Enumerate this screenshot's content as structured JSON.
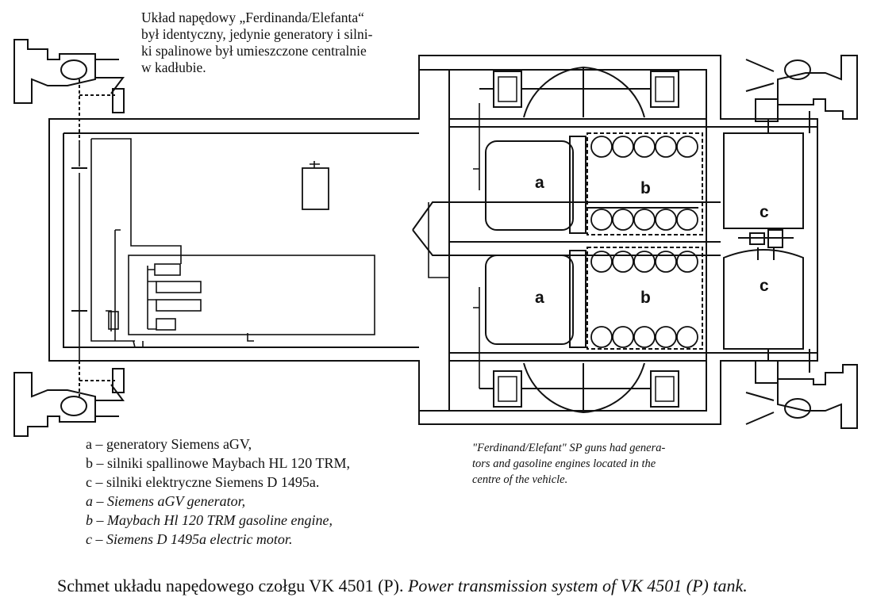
{
  "note_pl": [
    "Układ napędowy „Ferdinanda/Elefanta“",
    "był identyczny, jedynie generatory i silni-",
    "ki spalinowe był umieszczone centralnie",
    "w kadłubie."
  ],
  "note_en": [
    "\"Ferdinand/Elefant\" SP guns had genera-",
    "tors and gasoline engines located in the",
    "centre of the vehicle."
  ],
  "legend": {
    "pl": [
      "a – generatory Siemens aGV,",
      "b – silniki spallinowe Maybach HL 120 TRM,",
      "c – silniki elektryczne Siemens D 1495a."
    ],
    "en": [
      "a – Siemens aGV generator,",
      "b – Maybach Hl 120 TRM gasoline engine,",
      "c – Siemens D 1495a electric motor."
    ]
  },
  "caption": {
    "pl": "Schmet układu napędowego czołgu VK 4501 (P).",
    "en": "Power transmission  system of VK 4501 (P) tank."
  },
  "labels": {
    "generator": "a",
    "engine": "b",
    "motor": "c"
  },
  "colors": {
    "ink": "#111111",
    "paper": "#ffffff"
  }
}
